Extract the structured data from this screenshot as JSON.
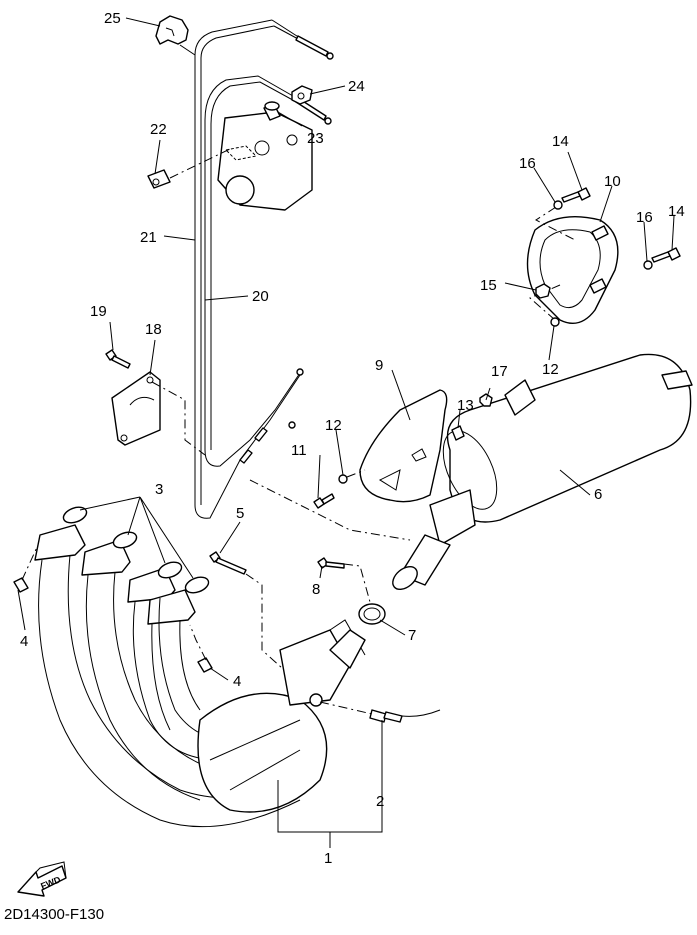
{
  "diagram": {
    "code": "2D14300-F130",
    "fwd_badge": "FWD",
    "callouts": [
      {
        "id": "1",
        "part": "exhaust-pipe-assembly"
      },
      {
        "id": "2",
        "part": "o2-sensor"
      },
      {
        "id": "3",
        "part": "gasket"
      },
      {
        "id": "4",
        "part": "nut"
      },
      {
        "id": "5",
        "part": "bolt"
      },
      {
        "id": "6",
        "part": "muffler"
      },
      {
        "id": "7",
        "part": "gasket-ring"
      },
      {
        "id": "8",
        "part": "bolt"
      },
      {
        "id": "9",
        "part": "protector"
      },
      {
        "id": "10",
        "part": "cap"
      },
      {
        "id": "11",
        "part": "bolt"
      },
      {
        "id": "12",
        "part": "washer"
      },
      {
        "id": "13",
        "part": "damper"
      },
      {
        "id": "14",
        "part": "bolt"
      },
      {
        "id": "15",
        "part": "nut"
      },
      {
        "id": "16",
        "part": "washer"
      },
      {
        "id": "17",
        "part": "nut"
      },
      {
        "id": "18",
        "part": "bracket"
      },
      {
        "id": "19",
        "part": "bolt"
      },
      {
        "id": "20",
        "part": "cable-1"
      },
      {
        "id": "21",
        "part": "cable-2"
      },
      {
        "id": "22",
        "part": "grommet"
      },
      {
        "id": "23",
        "part": "collar"
      },
      {
        "id": "24",
        "part": "nut"
      },
      {
        "id": "25",
        "part": "cable-holder"
      }
    ]
  },
  "labels": {
    "l1": "1",
    "l2": "2",
    "l3": "3",
    "l4a": "4",
    "l4b": "4",
    "l5": "5",
    "l6": "6",
    "l7": "7",
    "l8": "8",
    "l9": "9",
    "l10": "10",
    "l11": "11",
    "l12a": "12",
    "l12b": "12",
    "l13": "13",
    "l14a": "14",
    "l14b": "14",
    "l15": "15",
    "l16a": "16",
    "l16b": "16",
    "l17": "17",
    "l18": "18",
    "l19": "19",
    "l20": "20",
    "l21": "21",
    "l22": "22",
    "l23": "23",
    "l24": "24",
    "l25": "25"
  }
}
